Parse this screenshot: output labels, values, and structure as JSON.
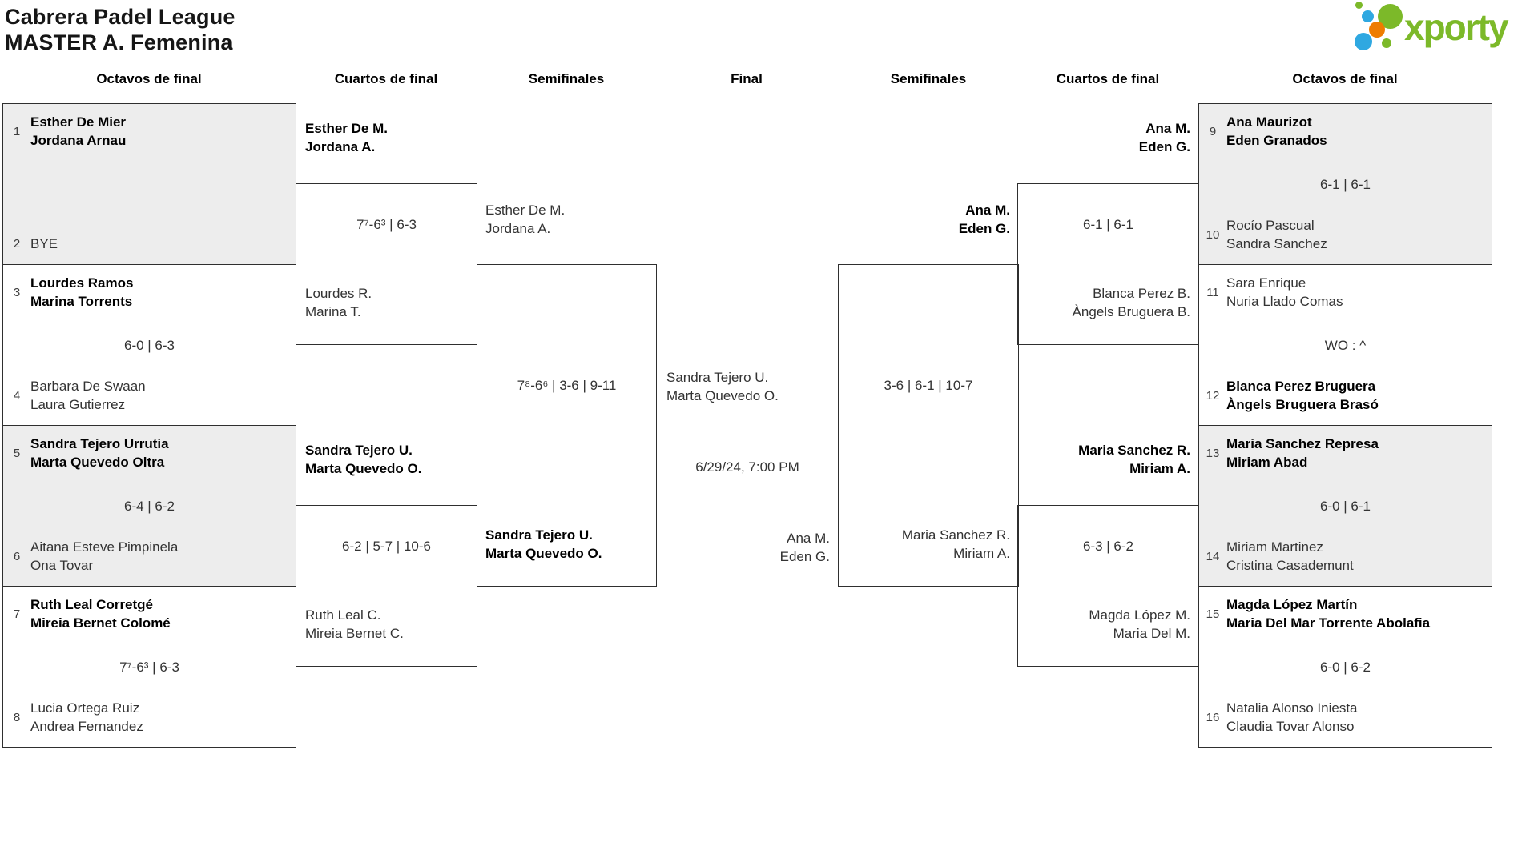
{
  "title": {
    "line1": "Cabrera Padel League",
    "line2": "MASTER A. Femenina"
  },
  "logo": {
    "text": "xporty",
    "green": "#7cb929",
    "blue": "#2fa8e1",
    "orange": "#ee7d00"
  },
  "rounds": [
    "Octavos de final",
    "Cuartos de final",
    "Semifinales",
    "Final",
    "Semifinales",
    "Cuartos de final",
    "Octavos de final"
  ],
  "ol": [
    {
      "seed_a": "1",
      "team_a": [
        "Esther De Mier",
        "Jordana Arnau"
      ],
      "score": "",
      "seed_b": "2",
      "team_b": [
        "BYE"
      ]
    },
    {
      "seed_a": "3",
      "team_a": [
        "Lourdes Ramos",
        "Marina Torrents"
      ],
      "score": "6-0 | 6-3",
      "seed_b": "4",
      "team_b": [
        "Barbara De Swaan",
        "Laura Gutierrez"
      ]
    },
    {
      "seed_a": "5",
      "team_a": [
        "Sandra Tejero Urrutia",
        "Marta Quevedo Oltra"
      ],
      "score": "6-4 | 6-2",
      "seed_b": "6",
      "team_b": [
        "Aitana Esteve Pimpinela",
        "Ona Tovar"
      ]
    },
    {
      "seed_a": "7",
      "team_a": [
        "Ruth Leal Corretgé",
        "Mireia Bernet Colomé"
      ],
      "score": "7⁷-6³ | 6-3",
      "seed_b": "8",
      "team_b": [
        "Lucia Ortega Ruiz",
        "Andrea Fernandez"
      ]
    }
  ],
  "ql": [
    {
      "team_a": [
        "Esther De M.",
        "Jordana A."
      ],
      "score": "7⁷-6³ | 6-3",
      "team_b": [
        "Lourdes R.",
        "Marina T."
      ]
    },
    {
      "team_a": [
        "Sandra Tejero U.",
        "Marta Quevedo O."
      ],
      "score": "6-2 | 5-7 | 10-6",
      "team_b": [
        "Ruth Leal C.",
        "Mireia Bernet C."
      ]
    }
  ],
  "sl": {
    "team_a": [
      "Esther De M.",
      "Jordana A."
    ],
    "score": "7⁸-6⁶ | 3-6 | 9-11",
    "team_b": [
      "Sandra Tejero U.",
      "Marta Quevedo O."
    ]
  },
  "fin": {
    "team_a": [
      "Sandra Tejero U.",
      "Marta Quevedo O."
    ],
    "date": "6/29/24, 7:00 PM",
    "team_b": [
      "Ana M.",
      "Eden G."
    ]
  },
  "sr": {
    "team_a": [
      "Ana M.",
      "Eden G."
    ],
    "score": "3-6 | 6-1 | 10-7",
    "team_b": [
      "Maria Sanchez R.",
      "Miriam A."
    ]
  },
  "qr": [
    {
      "team_a": [
        "Ana M.",
        "Eden G."
      ],
      "score": "6-1 | 6-1",
      "team_b": [
        "Blanca Perez B.",
        "Àngels Bruguera B."
      ]
    },
    {
      "team_a": [
        "Maria Sanchez R.",
        "Miriam A."
      ],
      "score": "6-3 | 6-2",
      "team_b": [
        "Magda López M.",
        "Maria Del M."
      ]
    }
  ],
  "orr": [
    {
      "seed_a": "9",
      "team_a": [
        "Ana Maurizot",
        "Eden Granados"
      ],
      "score": "6-1 | 6-1",
      "seed_b": "10",
      "team_b": [
        "Rocío Pascual",
        "Sandra Sanchez"
      ]
    },
    {
      "seed_a": "11",
      "team_a": [
        "Sara Enrique",
        "Nuria Llado Comas"
      ],
      "score": "WO : ^",
      "seed_b": "12",
      "team_b": [
        "Blanca Perez Bruguera",
        "Àngels Bruguera Brasó"
      ]
    },
    {
      "seed_a": "13",
      "team_a": [
        "Maria Sanchez Represa",
        "Miriam Abad"
      ],
      "score": "6-0 | 6-1",
      "seed_b": "14",
      "team_b": [
        "Miriam Martinez",
        "Cristina Casademunt"
      ]
    },
    {
      "seed_a": "15",
      "team_a": [
        "Magda López Martín",
        "Maria Del Mar Torrente Abolafia"
      ],
      "score": "6-0 | 6-2",
      "seed_b": "16",
      "team_b": [
        "Natalia Alonso Iniesta",
        "Claudia Tovar Alonso"
      ]
    }
  ]
}
